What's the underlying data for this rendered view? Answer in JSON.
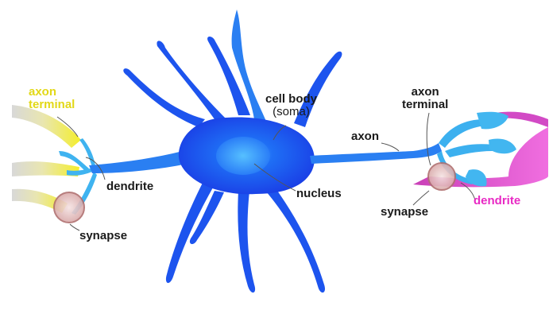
{
  "colors": {
    "body_blue": "#1a49f0",
    "body_light": "#2f8ff7",
    "branch_light": "#35b6ee",
    "yellow_label": "#e2d818",
    "magenta_label": "#e829c4",
    "text_dark": "#1a1a1a"
  },
  "labels": {
    "axon_terminal_left_1": "axon",
    "axon_terminal_left_2": "terminal",
    "dendrite_left": "dendrite",
    "synapse_left": "synapse",
    "cell_body": "cell body",
    "soma": "(soma)",
    "nucleus": "nucleus",
    "axon": "axon",
    "axon_terminal_right_1": "axon",
    "axon_terminal_right_2": "terminal",
    "synapse_right": "synapse",
    "dendrite_right": "dendrite"
  },
  "icons": {
    "neuron": "neuron-icon",
    "synapse_marker": "synapse-circle-icon"
  }
}
